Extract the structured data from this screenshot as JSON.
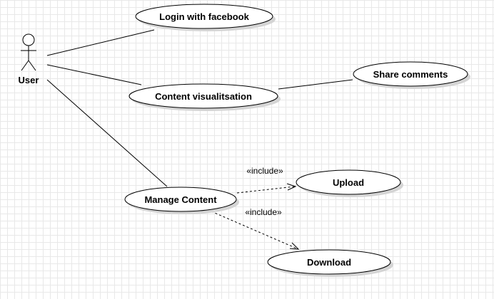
{
  "actor": {
    "label": "User"
  },
  "use_cases": {
    "login": "Login with facebook",
    "content": "Content visualitsation",
    "share": "Share comments",
    "manage": "Manage Content",
    "upload": "Upload",
    "download": "Download"
  },
  "relations": {
    "include_upload": "«include»",
    "include_download": "«include»"
  }
}
